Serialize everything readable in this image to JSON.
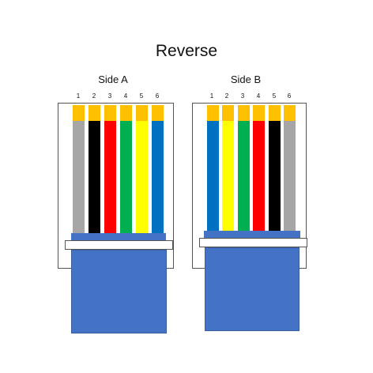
{
  "title": "Reverse",
  "colors": {
    "contact": "#ffc000",
    "boot": "#4472c4",
    "gray": "#a6a6a6",
    "black": "#000000",
    "red": "#ff0000",
    "green": "#00b050",
    "yellow": "#ffff00",
    "blue": "#0070c0"
  },
  "sides": [
    {
      "label": "Side A",
      "pins": [
        {
          "number": "1",
          "wire_color": "gray"
        },
        {
          "number": "2",
          "wire_color": "black"
        },
        {
          "number": "3",
          "wire_color": "red"
        },
        {
          "number": "4",
          "wire_color": "green"
        },
        {
          "number": "5",
          "wire_color": "yellow"
        },
        {
          "number": "6",
          "wire_color": "blue"
        }
      ]
    },
    {
      "label": "Side B",
      "pins": [
        {
          "number": "1",
          "wire_color": "blue"
        },
        {
          "number": "2",
          "wire_color": "yellow"
        },
        {
          "number": "3",
          "wire_color": "green"
        },
        {
          "number": "4",
          "wire_color": "red"
        },
        {
          "number": "5",
          "wire_color": "black"
        },
        {
          "number": "6",
          "wire_color": "gray"
        }
      ]
    }
  ]
}
